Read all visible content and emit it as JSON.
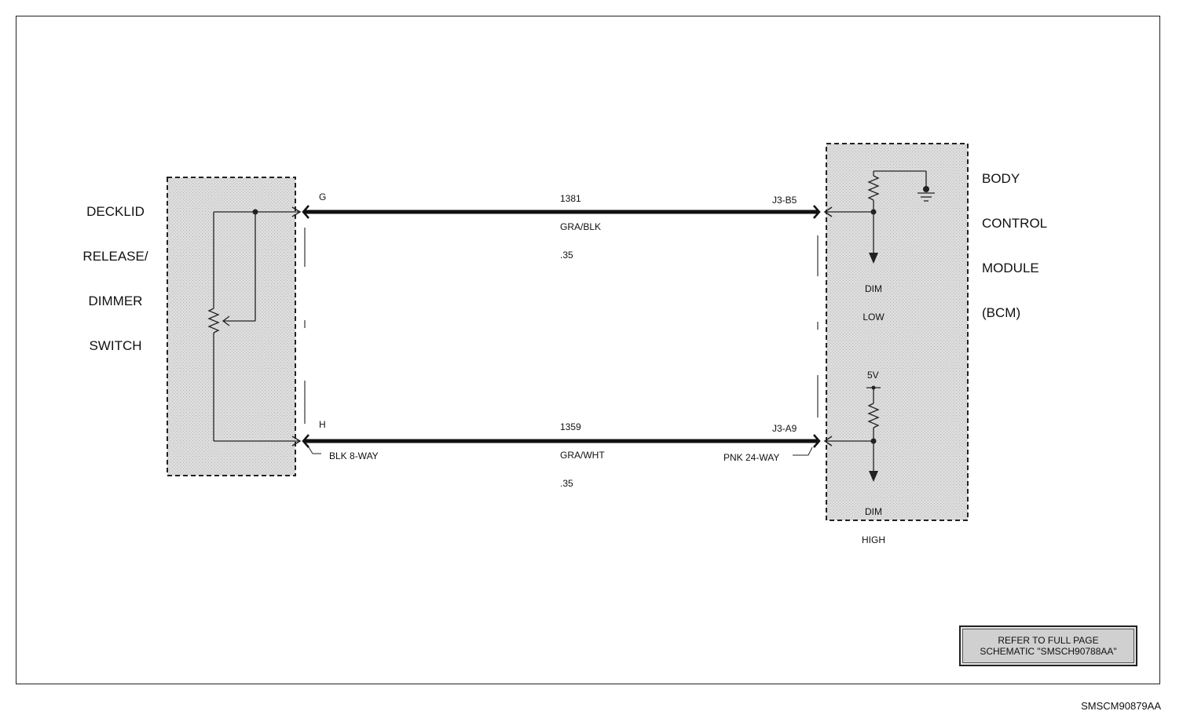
{
  "components": {
    "decklid": {
      "lines": [
        "DECKLID",
        "RELEASE/",
        "DIMMER",
        "SWITCH"
      ]
    },
    "bcm": {
      "lines": [
        "BODY",
        "CONTROL",
        "MODULE",
        "(BCM)"
      ]
    }
  },
  "wires": [
    {
      "circuit": "1381",
      "color": "GRA/BLK",
      "gauge": ".35",
      "left_pin": "G",
      "right_pin": "J3-B5"
    },
    {
      "circuit": "1359",
      "color": "GRA/WHT",
      "gauge": ".35",
      "left_pin": "H",
      "right_pin": "J3-A9"
    }
  ],
  "connectors": {
    "left": "BLK 8-WAY",
    "right": "PNK 24-WAY"
  },
  "bcm_internal": {
    "dim_low": [
      "DIM",
      "LOW"
    ],
    "supply": "5V",
    "dim_high": [
      "DIM",
      "HIGH"
    ]
  },
  "reference_box": {
    "line1": "REFER TO FULL PAGE",
    "line2": "SCHEMATIC \"SMSCH90788AA\""
  },
  "figure_code": "SMSCM90879AA"
}
